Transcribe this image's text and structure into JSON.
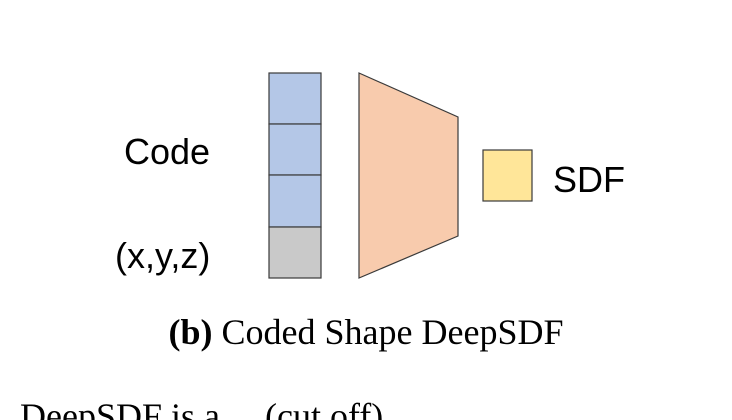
{
  "labels": {
    "code": "Code",
    "xyz": "(x,y,z)",
    "sdf": "SDF"
  },
  "caption": {
    "letter": "(b)",
    "text": "Coded Shape DeepSDF"
  },
  "bottom_text": "DeepSDF is a ... (cut off)",
  "colors": {
    "code_cell": "#b4c7e7",
    "xyz_cell": "#c9c9c9",
    "decoder": "#f8cbad",
    "sdf_box": "#ffe699",
    "stroke": "#3a3a3a"
  }
}
